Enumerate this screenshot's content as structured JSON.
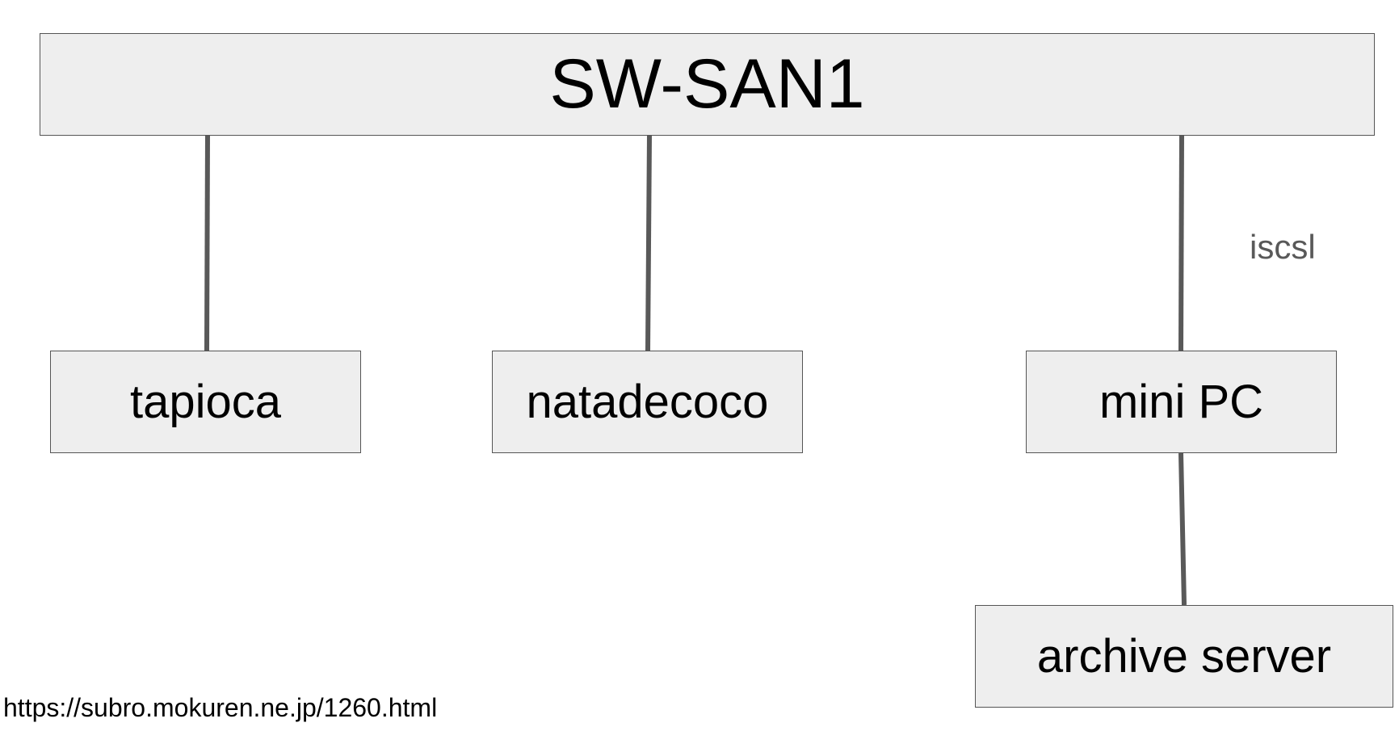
{
  "nodes": {
    "switch": "SW-SAN1",
    "tapioca": "tapioca",
    "natadecoco": "natadecoco",
    "mini_pc": "mini PC",
    "archive_server": "archive server"
  },
  "edges": [
    {
      "from": "SW-SAN1",
      "to": "tapioca"
    },
    {
      "from": "SW-SAN1",
      "to": "natadecoco"
    },
    {
      "from": "SW-SAN1",
      "to": "mini PC",
      "label": "iscsl"
    },
    {
      "from": "mini PC",
      "to": "archive server"
    }
  ],
  "labels": {
    "connection_label": "iscsl",
    "source_url": "https://subro.mokuren.ne.jp/1260.html"
  },
  "colors": {
    "box_fill": "#eeeeee",
    "box_border": "#555555",
    "line": "#595959",
    "label_text": "#595959"
  }
}
